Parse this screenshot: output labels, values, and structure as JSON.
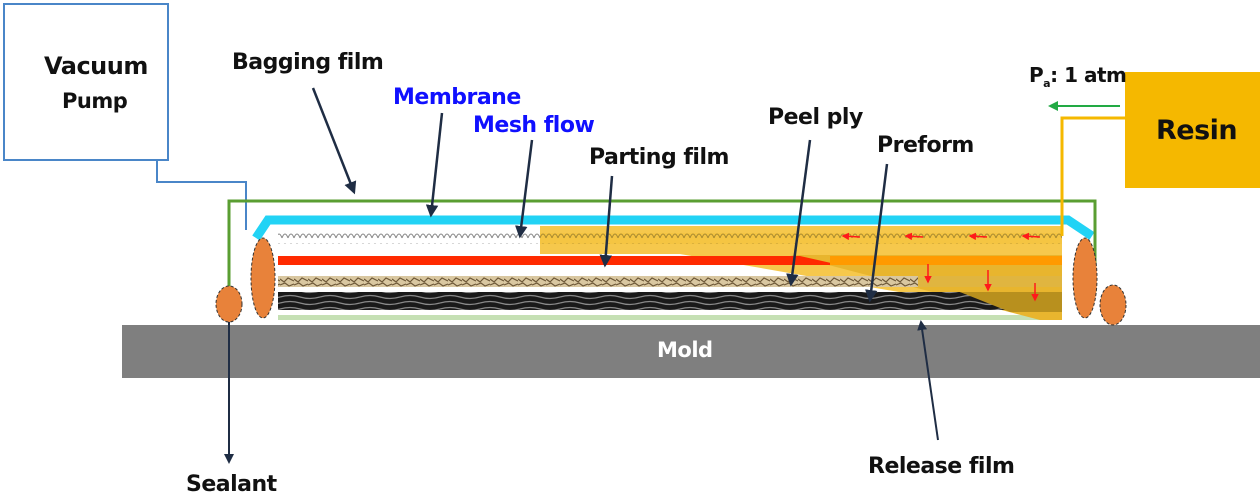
{
  "labels": {
    "vacuum_pump_line1": "Vacuum",
    "vacuum_pump_line2": "Pump",
    "bagging_film": "Bagging film",
    "membrane": "Membrane",
    "mesh_flow": "Mesh flow",
    "parting_film": "Parting film",
    "peel_ply": "Peel ply",
    "preform": "Preform",
    "resin": "Resin",
    "pressure_prefix": "P",
    "pressure_sub": "a",
    "pressure_value": ": 1 atm",
    "mold": "Mold",
    "sealant": "Sealant",
    "release_film": "Release film"
  },
  "colors": {
    "vacuum_line": "#4a86c8",
    "bagging_film": "#5a9e32",
    "membrane": "#22d3f5",
    "resin": "#f5b800",
    "parting_film": "#ff2a00",
    "sealant": "#e8823a",
    "mold": "#7f7f7f",
    "release_film": "#c5e0b4",
    "pressure_arrow": "#22aa44",
    "flow_arrows": "#ff1a1a",
    "labels_highlight": "#1010ff"
  }
}
